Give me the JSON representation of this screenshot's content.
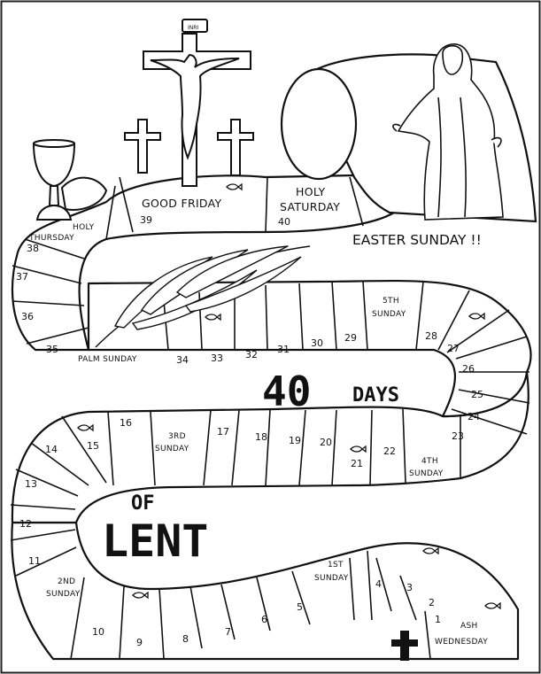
{
  "title_line1_number": "40",
  "title_line1_word": "DAYS",
  "title_line2_small": "OF",
  "title_line2_big": "LENT",
  "cross_inscription": "INRI",
  "easter_label": "EASTER SUNDAY !!",
  "spaces": {
    "s1": "1",
    "s2": "2",
    "s3": "3",
    "s4": "4",
    "s5": "5",
    "s6": "6",
    "s7": "7",
    "s8": "8",
    "s9": "9",
    "s10": "10",
    "s11": "11",
    "s12": "12",
    "s13": "13",
    "s14": "14",
    "s15": "15",
    "s16": "16",
    "s17": "17",
    "s18": "18",
    "s19": "19",
    "s20": "20",
    "s21": "21",
    "s22": "22",
    "s23": "23",
    "s24": "24",
    "s25": "25",
    "s26": "26",
    "s27": "27",
    "s28": "28",
    "s29": "29",
    "s30": "30",
    "s31": "31",
    "s32": "32",
    "s33": "33",
    "s34": "34",
    "s35": "35",
    "s36": "36",
    "s37": "37",
    "s38": "38",
    "s39": "39",
    "s40": "40"
  },
  "special": {
    "ash_l1": "ASH",
    "ash_l2": "WEDNESDAY",
    "first_l1": "1ST",
    "first_l2": "SUNDAY",
    "second_l1": "2ND",
    "second_l2": "SUNDAY",
    "third_l1": "3RD",
    "third_l2": "SUNDAY",
    "fourth_l1": "4TH",
    "fourth_l2": "SUNDAY",
    "fifth_l1": "5TH",
    "fifth_l2": "SUNDAY",
    "palm": "PALM SUNDAY",
    "thu_l1": "HOLY",
    "thu_l2": "THURSDAY",
    "good_friday": "GOOD FRIDAY",
    "sat_l1": "HOLY",
    "sat_l2": "SATURDAY"
  },
  "icons": [
    "fish-icon",
    "cross-icon",
    "chalice-icon",
    "palm-frond-icon",
    "tomb-stone-icon",
    "risen-jesus-icon",
    "crucifix-icon"
  ]
}
